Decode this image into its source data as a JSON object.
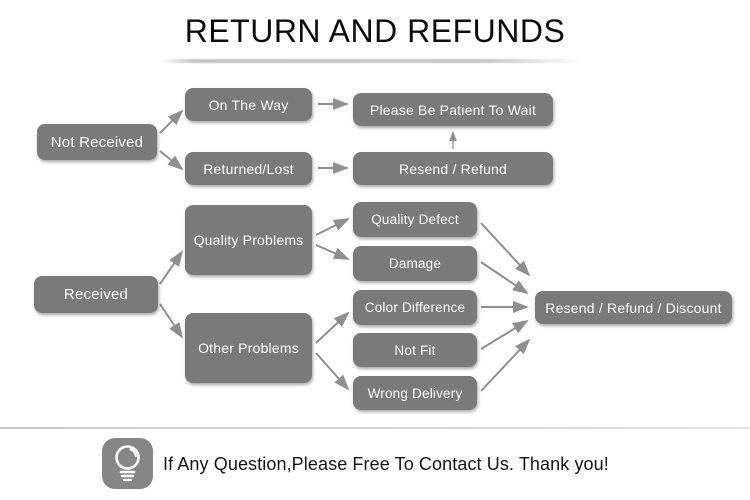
{
  "title": "RETURN AND REFUNDS",
  "flowchart": {
    "nodes": {
      "not_received": "Not Received",
      "on_the_way": "On The Way",
      "returned_lost": "Returned/Lost",
      "please_wait": "Please Be Patient To Wait",
      "resend_refund": "Resend / Refund",
      "received": "Received",
      "quality_problems": "Quality Problems",
      "other_problems": "Other Problems",
      "quality_defect": "Quality Defect",
      "damage": "Damage",
      "color_difference": "Color Difference",
      "not_fit": "Not Fit",
      "wrong_delivery": "Wrong Delivery",
      "resend_refund_discount": "Resend / Refund / Discount"
    }
  },
  "footer": {
    "icon": "lightbulb-icon",
    "message": "If Any Question,Please Free To Contact Us. Thank you!"
  },
  "colors": {
    "node_fill": "#7a7a7a",
    "node_text": "#fbfbfb",
    "arrow": "#8f8f8f",
    "divider": "#d4d4d4",
    "icon_box": "#868686",
    "title_text": "#0d0d0d"
  }
}
